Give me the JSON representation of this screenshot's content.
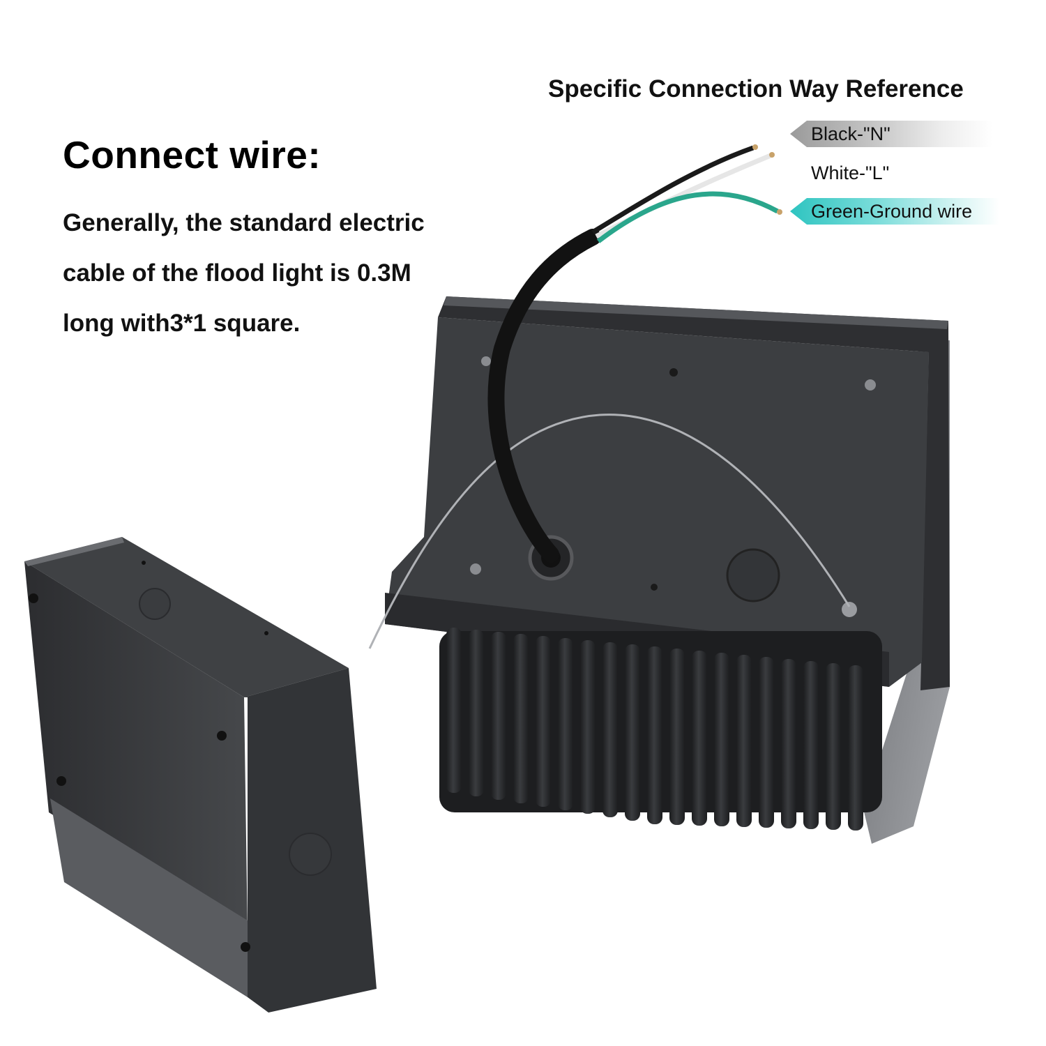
{
  "heading": "Connect wire:",
  "description_lines": [
    "Generally, the standard electric",
    "cable of the flood light is 0.3M",
    "long with3*1 square."
  ],
  "reference": {
    "title": "Specific Connection Way Reference",
    "labels": {
      "black": "Black-\"N\"",
      "white": "White-\"L\"",
      "green": "Green-Ground wire"
    }
  },
  "colors": {
    "wire_black": "#1a1a1a",
    "wire_white": "#e8e8e8",
    "wire_green": "#2aa68c",
    "label_black_bg": "#9a9a9a",
    "label_green_bg": "#2ec4c0",
    "housing": "#3b3d40",
    "heatsink": "#262729"
  },
  "icons": [
    "flood-light-fixture",
    "junction-box",
    "electric-cable",
    "safety-wire"
  ]
}
